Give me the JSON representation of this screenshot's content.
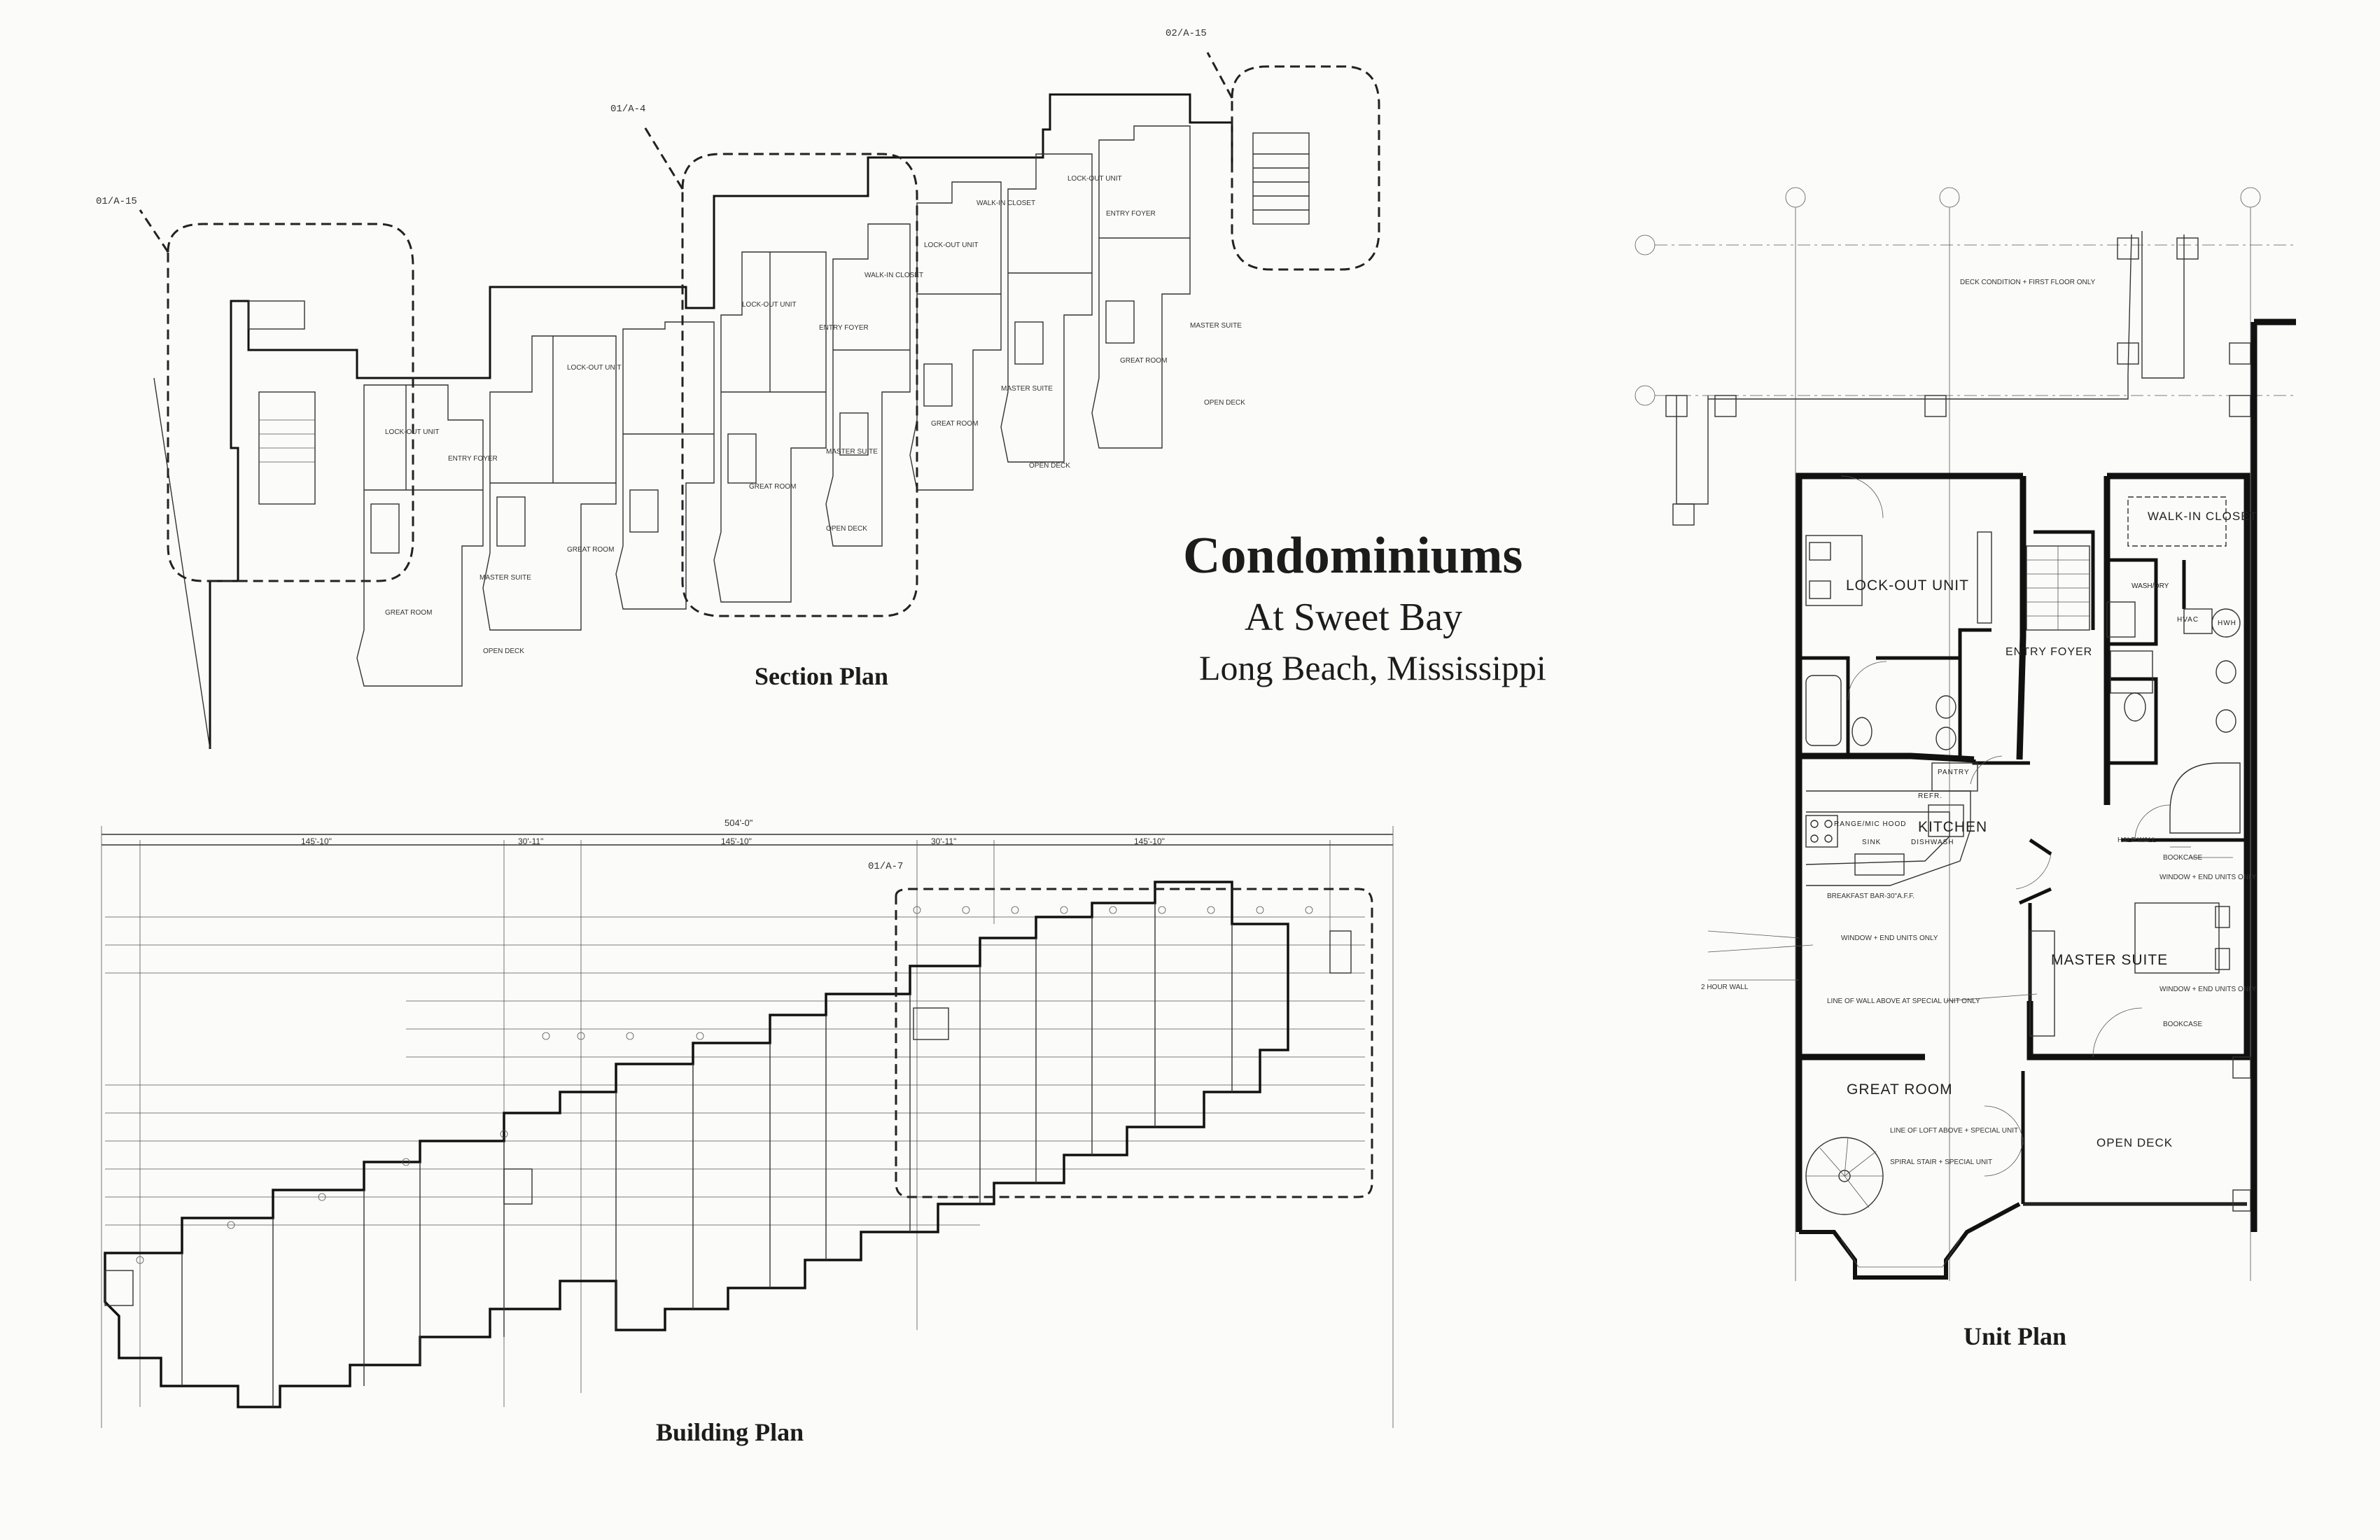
{
  "project": {
    "title": "Condominiums",
    "subtitle": "At Sweet Bay",
    "location": "Long Beach, Mississippi"
  },
  "panels": {
    "section_plan": "Section Plan",
    "building_plan": "Building Plan",
    "unit_plan": "Unit Plan"
  },
  "section_plan_rooms": {
    "lock_out_unit": "LOCK-OUT UNIT",
    "master_suite": "MASTER SUITE",
    "great_room": "GREAT ROOM",
    "open_deck": "OPEN DECK",
    "entry_foyer": "ENTRY FOYER",
    "walk_in_closet": "WALK-IN CLOSET"
  },
  "callouts": {
    "c1": "01/A-15",
    "c2": "01/A-4",
    "c3": "02/A-15",
    "c4": "01/A-7"
  },
  "unit_plan_rooms": {
    "walk_in_closet": "WALK-IN CLOSET",
    "lock_out_unit": "LOCK-OUT UNIT",
    "entry_foyer": "ENTRY FOYER",
    "kitchen": "KITCHEN",
    "pantry": "PANTRY",
    "refr": "REFR.",
    "range": "RANGE/MIC HOOD",
    "sink": "SINK",
    "dishwash": "DISHWASH",
    "washer_dryer": "WASH/DRY",
    "hvac": "HVAC",
    "hwh": "HWH",
    "master_suite": "MASTER SUITE",
    "great_room": "GREAT ROOM",
    "open_deck": "OPEN DECK"
  },
  "unit_plan_notes": {
    "deck_condition": "DECK CONDITION + FIRST FLOOR ONLY",
    "breakfast_bar": "BREAKFAST BAR-30\"A.F.F.",
    "window_end_1": "WINDOW + END UNITS ONLY",
    "hour_wall": "2 HOUR WALL",
    "line_of_wall": "LINE OF WALL ABOVE AT SPECIAL UNIT ONLY",
    "half_wall": "HALF WALL",
    "bookcase_1": "BOOKCASE",
    "window_end_2": "WINDOW + END UNITS ONLY",
    "window_end_3": "WINDOW + END UNITS ONLY",
    "bookcase_2": "BOOKCASE",
    "line_of_loft": "LINE OF LOFT ABOVE + SPECIAL UNIT",
    "spiral_stair": "SPIRAL STAIR + SPECIAL UNIT"
  },
  "building_plan_dims": {
    "overall": "504'-0\"",
    "d1": "145'-10\"",
    "d2": "30'-11\"",
    "d3": "145'-10\"",
    "d4": "30'-11\"",
    "d5": "145'-10\""
  }
}
